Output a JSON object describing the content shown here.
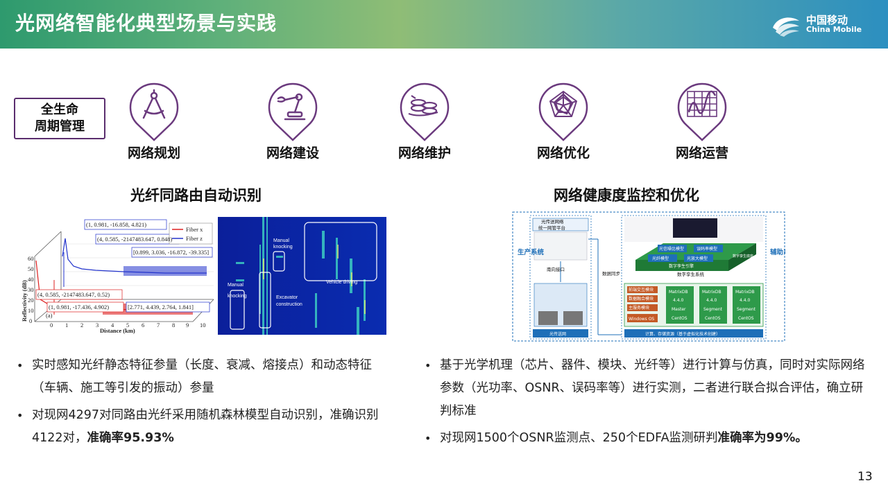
{
  "header": {
    "title": "光网络智能化典型场景与实践"
  },
  "logo": {
    "cn": "中国移动",
    "en": "China Mobile"
  },
  "lifecycle": {
    "line1": "全生命",
    "line2": "周期管理"
  },
  "stages": [
    {
      "label": "网络规划",
      "icon": "compass-icon"
    },
    {
      "label": "网络建设",
      "icon": "robot-arm-icon"
    },
    {
      "label": "网络维护",
      "icon": "cable-reel-icon"
    },
    {
      "label": "网络优化",
      "icon": "radar-chart-icon"
    },
    {
      "label": "网络运营",
      "icon": "line-chart-icon"
    }
  ],
  "left": {
    "title": "光纤同路由自动识别",
    "plot": {
      "ann1": "(1, 0.981, -16.858, 4.821)",
      "ann2": "(4, 0.585, -2147483.647, 0.848)",
      "ann3": "[0.899, 3.036, -16.872, -39.335]",
      "ann4": "(4, 0.585, -2147483.647, 0.52)",
      "ann5": "(1, 0.981, -17.436, 4.902)",
      "ann6": "[2.771, 4.439, 2.764, 1.841]",
      "legend_x": "Fiber x",
      "legend_z": "Fiber z",
      "xlabel": "Distance (km)",
      "ylabel": "Reflectivity (dB)",
      "panel": "(a)",
      "yticks": [
        "60",
        "50",
        "40",
        "30",
        "20",
        "10",
        "0"
      ],
      "xticks": [
        "0",
        "1",
        "2",
        "3",
        "4",
        "5",
        "6",
        "7",
        "8",
        "9",
        "10"
      ]
    },
    "heatmap": {
      "manual1": "Manual",
      "knocking1": "knocking",
      "manual2": "Manual",
      "knocking2": "knocking",
      "excavator": "Excavator",
      "construction": "construction",
      "vehicle": "Vehicle driving"
    },
    "bullet1": "实时感知光纤静态特征参量（长度、衰减、熔接点）和动态特征（车辆、施工等引发的振动）参量",
    "bullet2_pre": "对现网4297对同路由光纤采用随机森林模型自动识别，准确识别4122对，",
    "bullet2_bold": "准确率95.93%"
  },
  "right": {
    "title": "网络健康度监控和优化",
    "diagram": {
      "platform1": "光传送网络",
      "platform2": "统一网管平台",
      "production": "生产系统",
      "southbound": "南向接口",
      "datasync": "数据同步",
      "otn": "光传送网",
      "aux": "辅助系统",
      "m1": "光信噪比模型",
      "m2": "误码率模型",
      "m3": "光纤模型",
      "m4": "光放大模型",
      "twin": "数字孪生系统",
      "engine": "数字孪生引擎",
      "twin_side": "数字孪生底座",
      "o1": "前端交互模块",
      "o2": "数据融合模块",
      "o3": "主服务模块",
      "win": "Windows OS",
      "db1": "MatrixDB",
      "db2": "MatrixDB",
      "db3": "MatrixDB",
      "v1": "4.4.0",
      "v2": "4.4.0",
      "v3": "4.4.0",
      "r1": "Master",
      "r2": "Segment",
      "r3": "Segment",
      "c1": "CentOS",
      "c2": "CentOS",
      "c3": "CentOS",
      "compute": "计算、存储资源（基于虚拟化技术创建）"
    },
    "bullet1": "基于光学机理（芯片、器件、模块、光纤等）进行计算与仿真，同时对实际网络参数（光功率、OSNR、误码率等）进行实测，二者进行联合拟合评估，确立研判标准",
    "bullet2_pre": "对现网1500个OSNR监测点、250个EDFA监测研判",
    "bullet2_bold": "准确率为99%。"
  },
  "page_number": "13",
  "colors": {
    "accent": "#5a2d6e",
    "header_green": "#2e9a6e",
    "header_blue": "#2c8fc0",
    "diagram_green": "#2e9a4a",
    "diagram_blue": "#1e6fb8"
  }
}
